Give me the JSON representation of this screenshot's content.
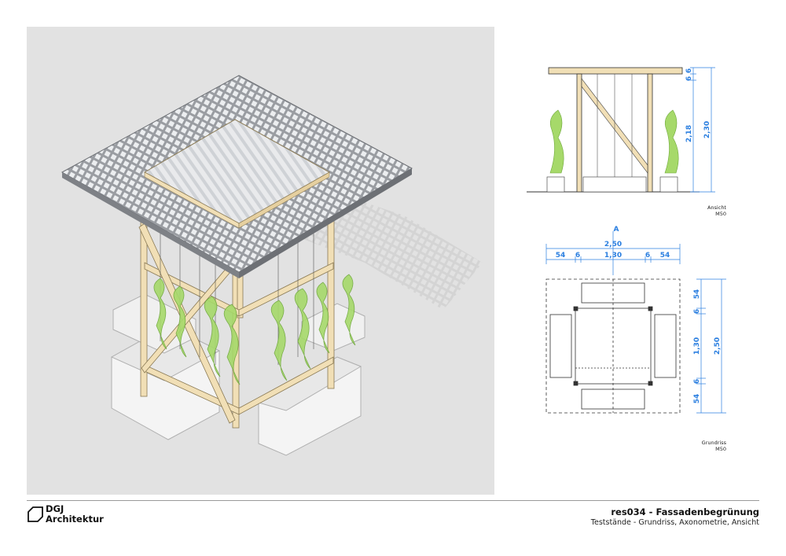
{
  "drawing": {
    "elevation": {
      "caption": "Ansicht",
      "scale": "M50",
      "dims": {
        "top": "6",
        "mid": "6",
        "height": "2,18",
        "total": "2,30"
      }
    },
    "plan": {
      "caption": "Grundriss",
      "scale": "M50",
      "section_marker": "A",
      "dims_horizontal": {
        "total": "2,50",
        "left": "54",
        "left_small": "6",
        "center": "1,30",
        "right_small": "6",
        "right": "54"
      },
      "dims_vertical": {
        "top": "54",
        "top_small": "6",
        "center": "1,30",
        "total": "2,50",
        "bottom_small": "6",
        "bottom": "54"
      }
    }
  },
  "footer": {
    "logo_line1": "DGJ",
    "logo_line2": "Architektur",
    "project_title": "res034 - Fassadenbegrünung",
    "subtitle": "Teststände - Grundriss, Axonometrie, Ansicht"
  },
  "colors": {
    "dimension": "#2b7fe0",
    "wood": "#f1dfb6",
    "plant": "#a6d96a",
    "grating": "#8c8f94"
  }
}
